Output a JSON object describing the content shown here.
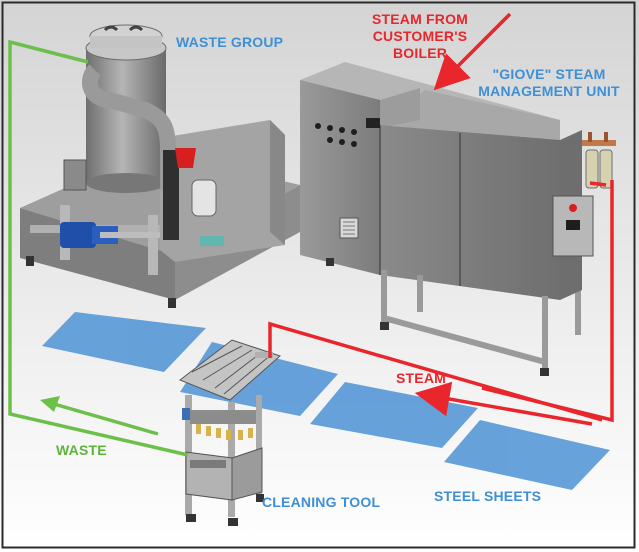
{
  "labels": {
    "waste_group": "WASTE GROUP",
    "steam_from_boiler": [
      "STEAM FROM",
      "CUSTOMER'S",
      "BOILER"
    ],
    "giove_unit": [
      "\"GIOVE\" STEAM",
      "MANAGEMENT UNIT"
    ],
    "steam": "STEAM",
    "waste": "WASTE",
    "cleaning_tool": "CLEANING TOOL",
    "steel_sheets": "STEEL SHEETS"
  },
  "colors": {
    "steam_line": "#e8262b",
    "waste_line": "#6cc04a",
    "label_blue": "#3f8fd6",
    "steel_sheet": "#5b9ad8",
    "machine_gray": "#8c8c8c",
    "background_top": "#d9d9d9",
    "background_bottom": "#ffffff"
  }
}
